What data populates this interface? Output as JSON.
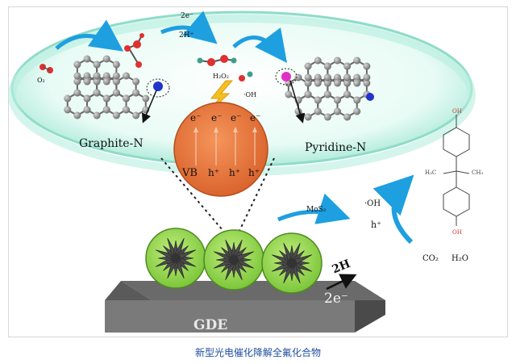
{
  "diagram": {
    "electrons_top": "2e⁻",
    "protons_top": "2H⁺",
    "o2": "O₂",
    "h2o2": "H₂O₂",
    "oh_left": "·OH",
    "graphite_n": "Graphite-N",
    "pyridine_n": "Pyridine-N",
    "cb_electrons": [
      "e⁻",
      "e⁻",
      "e⁻",
      "e⁻"
    ],
    "vb_label": "VB",
    "vb_holes": [
      "h⁺",
      "h⁺",
      "h⁺"
    ],
    "mos2": "MoS₂",
    "oh_right": "·OH",
    "h_plus": "h⁺",
    "co2": "CO₂",
    "h2o": "H₂O",
    "h3c": "H₃C",
    "ch3": "CH₃",
    "oh_top": "OH",
    "oh_bottom": "OH",
    "two_h": "2H",
    "two_e": "2e⁻",
    "gde": "GDE"
  },
  "caption": "新型光电催化降解全氟化合物",
  "colors": {
    "ellipse": "#c8f5ea",
    "ellipse_rim": "#7fd9c4",
    "sphere_orange": "#e8763a",
    "sphere_green": "#9ad84f",
    "arrow_blue": "#1e9fe0",
    "atom_gray": "#8a8a8a",
    "nitrogen": "#2233cc",
    "oxygen": "#e03030",
    "magenta": "#e030c8",
    "gde_gray": "#555555"
  }
}
